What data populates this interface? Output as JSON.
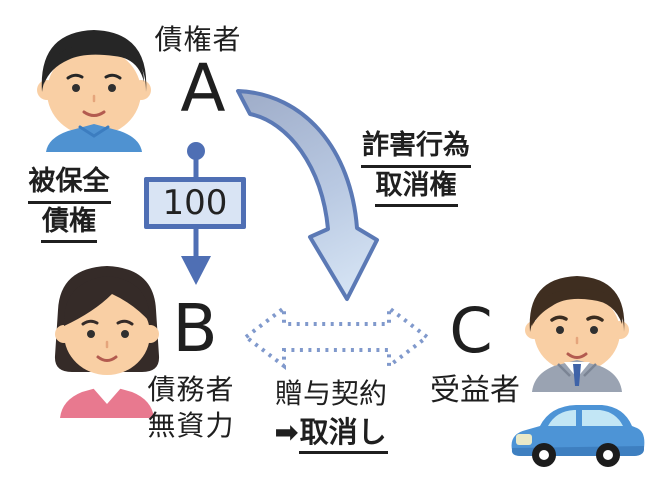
{
  "diagram": {
    "creditor": {
      "role": "債権者",
      "letter": "A"
    },
    "secured_claim": {
      "line1": "被保全",
      "line2": "債権",
      "amount": "100"
    },
    "fraudulent_act": {
      "line1": "詐害行為",
      "line2": "取消権"
    },
    "debtor": {
      "letter": "B",
      "role": "債務者",
      "status": "無資力"
    },
    "gift": {
      "contract": "贈与契約",
      "arrow": "➡",
      "cancel": "取消し"
    },
    "beneficiary": {
      "letter": "C",
      "role": "受益者"
    }
  },
  "icons": {
    "person_a": "man-blue-shirt-illustration",
    "person_b": "woman-pink-top-illustration",
    "person_c": "man-suit-illustration",
    "car": "blue-car-illustration",
    "swoosh_arrow": "curved-arrow-a-to-bc",
    "claim_arrow": "down-arrow-a-to-b",
    "exchange_arrow": "dashed-double-arrow-b-c"
  },
  "colors": {
    "background": "#ffffff",
    "text": "#1f1f1f",
    "arrow_outline": "#5b79b5",
    "arrow_fill_top": "#9fadc9",
    "arrow_fill_bottom": "#d2e0f2",
    "claim_arrow_blue": "#4f6fb4",
    "amount_box_fill": "#d9e4f4",
    "dashed_arrow_blue": "#8099cc",
    "shirt_blue": "#4f92d1",
    "top_pink": "#e8798f",
    "suit_gray": "#9aa3b2",
    "car_blue": "#4d94d6"
  }
}
